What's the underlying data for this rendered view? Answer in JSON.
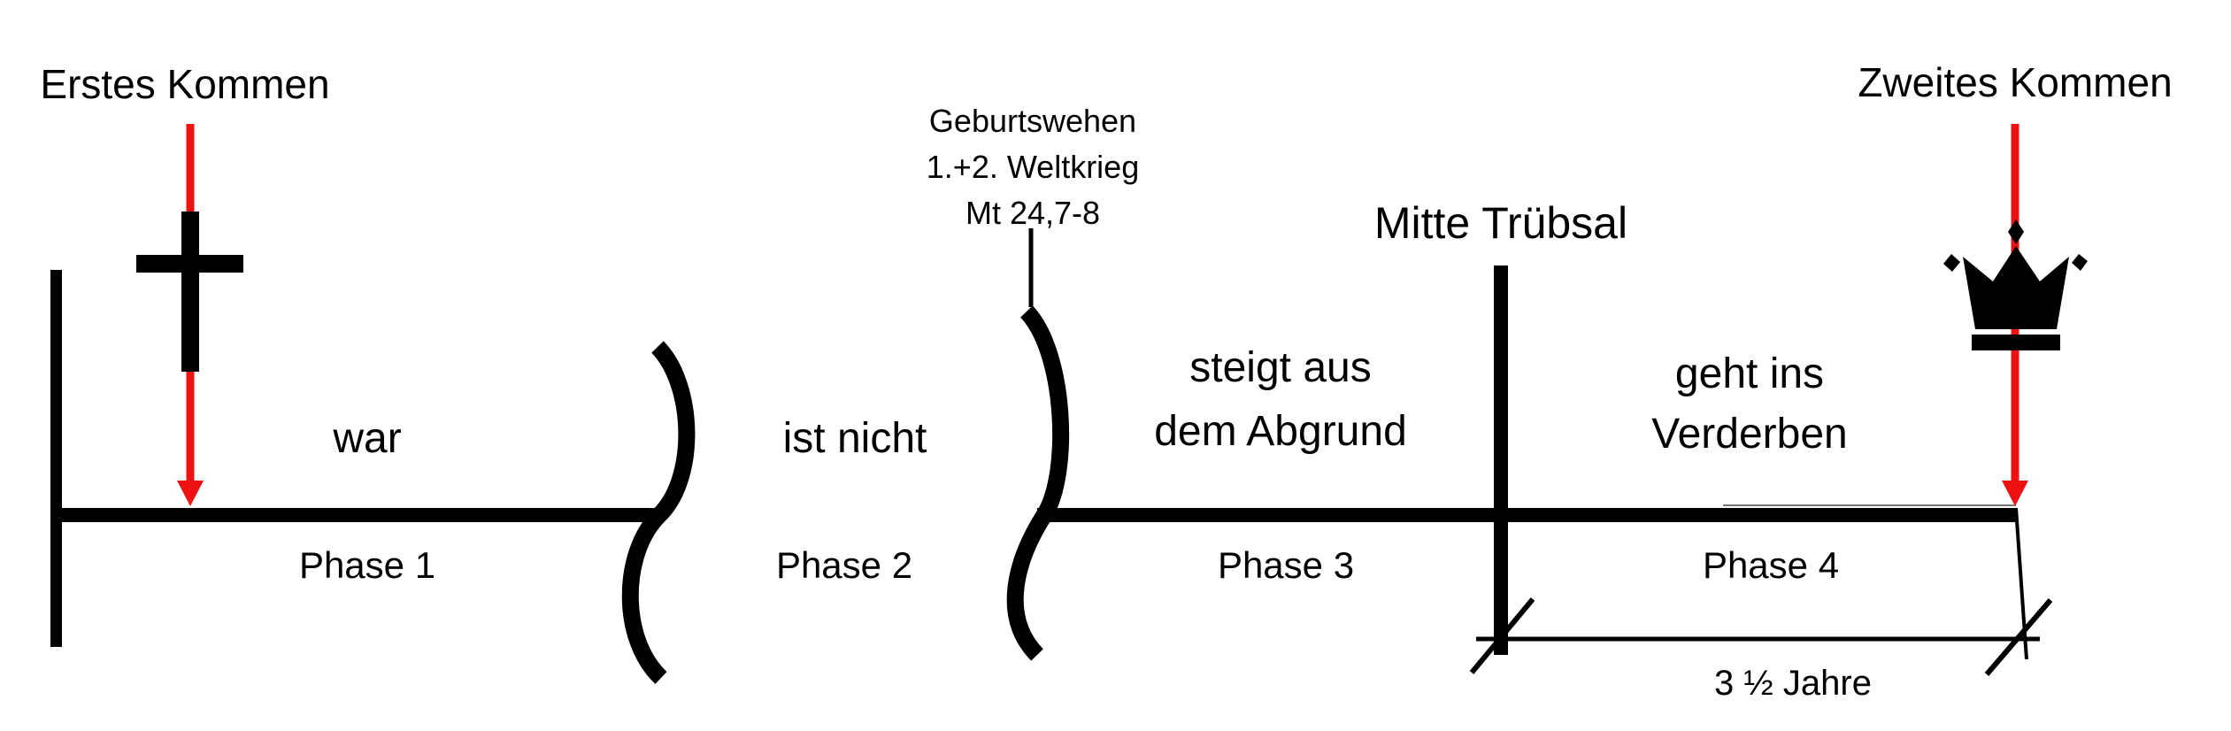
{
  "colors": {
    "red": "#ee1111",
    "ink": "#000000",
    "background": "#ffffff"
  },
  "events": {
    "first_coming": "Erstes Kommen",
    "second_coming": "Zweites Kommen",
    "mid_tribulation": "Mitte Trübsal"
  },
  "annotation": {
    "line1": "Geburtswehen",
    "line2": "1.+2. Weltkrieg",
    "line3": "Mt 24,7-8"
  },
  "phases": [
    {
      "name": "Phase 1",
      "caption": [
        "war"
      ]
    },
    {
      "name": "Phase 2",
      "caption": [
        "ist nicht"
      ]
    },
    {
      "name": "Phase 3",
      "caption": [
        "steigt aus",
        "dem Abgrund"
      ]
    },
    {
      "name": "Phase 4",
      "caption": [
        "geht ins",
        "Verderben"
      ]
    }
  ],
  "duration_label": "3 ½ Jahre",
  "icons": {
    "cross": "latin-cross-icon",
    "crown": "crown-icon",
    "first_coming_arrow": "red-down-arrow-icon",
    "second_coming_arrow": "red-down-arrow-icon",
    "timeline_breaks": "s-curve-break-icon"
  }
}
